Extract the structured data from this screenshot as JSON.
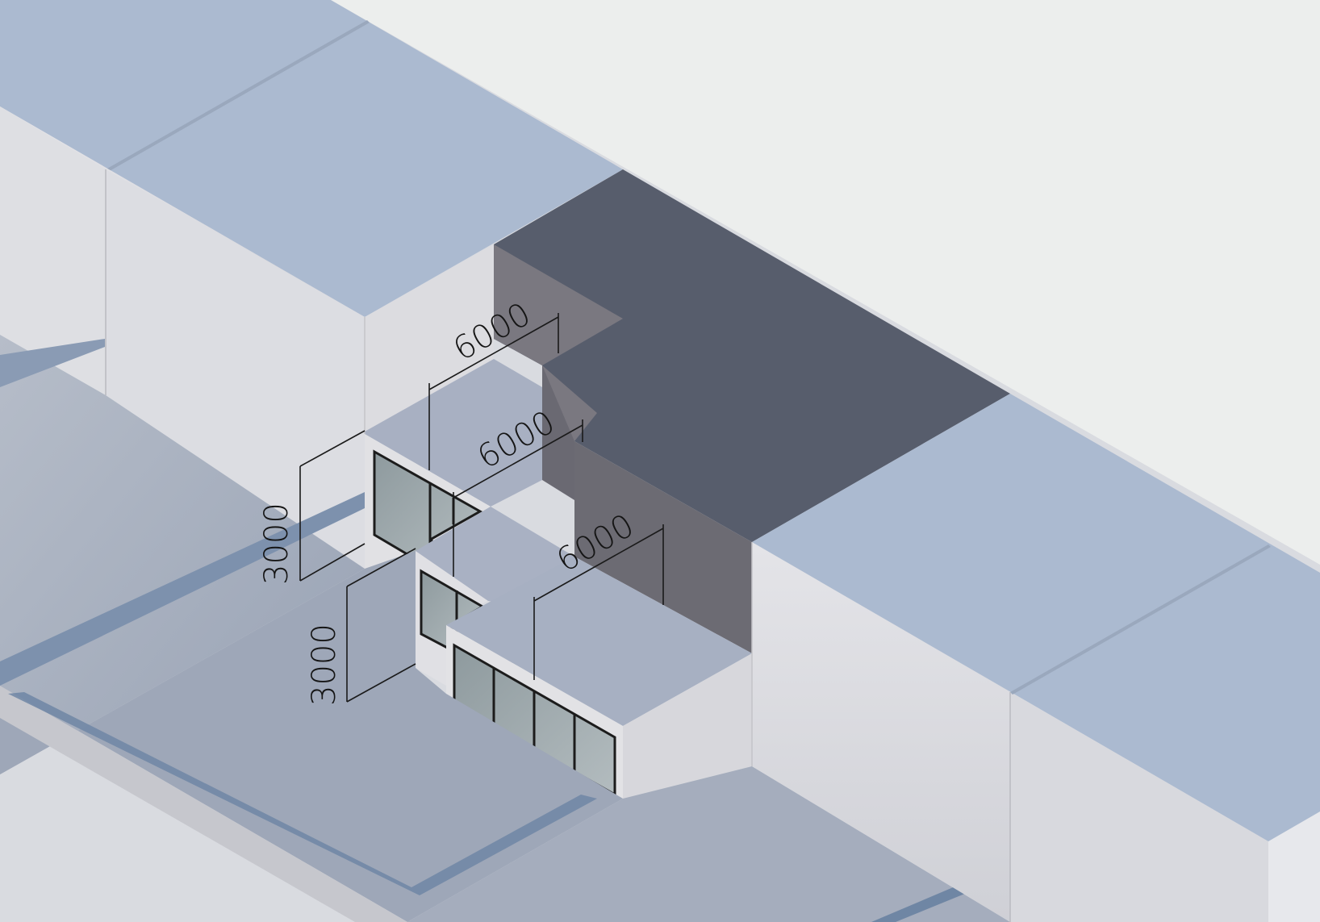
{
  "colors": {
    "background": "#eceeed",
    "roof": "#abbad0",
    "dark_roof": "#575d6c",
    "wall_light": "#d7d8dd",
    "wall_shadow": "#6c6b73",
    "floor": "#a0a9b9",
    "glass": "#98a2a5",
    "dimension_line": "#1a1a1a"
  },
  "dimensions": {
    "upper_width": "6000",
    "middle_width": "6000",
    "lower_width": "6000",
    "upper_height": "3000",
    "lower_height": "3000"
  }
}
